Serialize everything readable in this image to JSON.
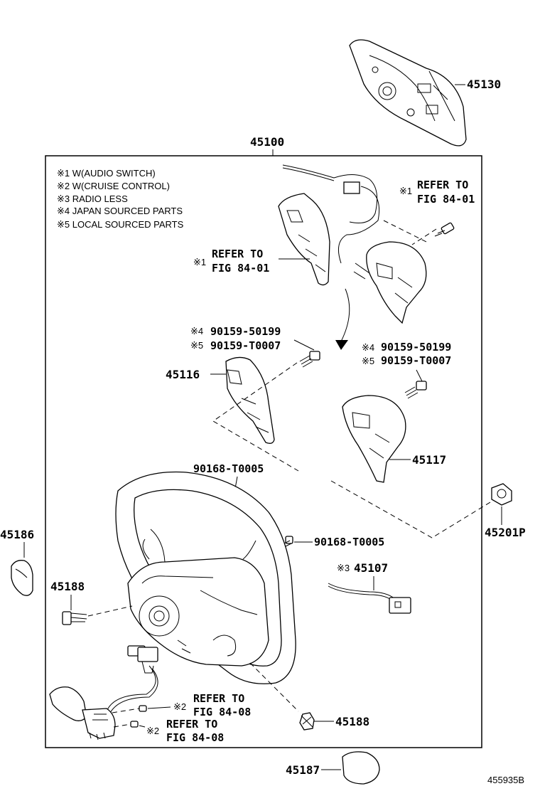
{
  "labels": {
    "p45130": "45130",
    "p45100": "45100",
    "p45116": "45116",
    "p45117": "45117",
    "p45186": "45186",
    "p45188_left": "45188",
    "p45188_bottom": "45188",
    "p45187": "45187",
    "p45201P": "45201P",
    "p45107": "45107",
    "bolt_90168_upper": "90168-T0005",
    "bolt_90168_lower": "90168-T0005",
    "screw_left_4": "90159-50199",
    "screw_left_5": "90159-T0007",
    "screw_right_4": "90159-50199",
    "screw_right_5": "90159-T0007",
    "diagram_code": "455935B"
  },
  "marks": {
    "m1": "※1",
    "m2": "※2",
    "m3": "※3",
    "m4": "※4",
    "m5": "※5"
  },
  "refer": {
    "r1_top_a": "REFER TO",
    "r1_top_b": "FIG 84-01",
    "r1_mid_a": "REFER TO",
    "r1_mid_b": "FIG 84-01",
    "r2_a_a": "REFER TO",
    "r2_a_b": "FIG 84-08",
    "r2_b_a": "REFER TO",
    "r2_b_b": "FIG 84-08"
  },
  "notes": [
    "※1 W(AUDIO SWITCH)",
    "※2 W(CRUISE CONTROL)",
    "※3 RADIO LESS",
    "※4 JAPAN SOURCED PARTS",
    "※5 LOCAL SOURCED PARTS"
  ]
}
